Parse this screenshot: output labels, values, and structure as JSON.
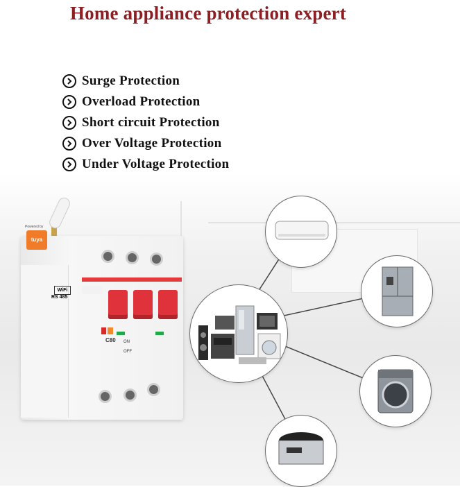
{
  "headline": "Home appliance protection expert",
  "features": [
    {
      "label": "Surge Protection"
    },
    {
      "label": "Overload Protection"
    },
    {
      "label": "Short circuit Protection"
    },
    {
      "label": "Over Voltage Protection"
    },
    {
      "label": "Under Voltage Protection"
    }
  ],
  "breaker": {
    "powered_by": "Powered by",
    "brand": "tuya",
    "wifi": "WiFi",
    "model": "RS 485",
    "rating": "C80",
    "off_label": "OFF",
    "on_label": "ON"
  },
  "colors": {
    "headline": "#8b1f24",
    "breaker_handle": "#e0323a",
    "brand_orange": "#f07c2a"
  },
  "icons": [
    "chevron-right-circle-icon"
  ],
  "appliances": [
    "air-conditioner",
    "refrigerator",
    "washing-machine",
    "rice-cooker",
    "appliance-group"
  ]
}
